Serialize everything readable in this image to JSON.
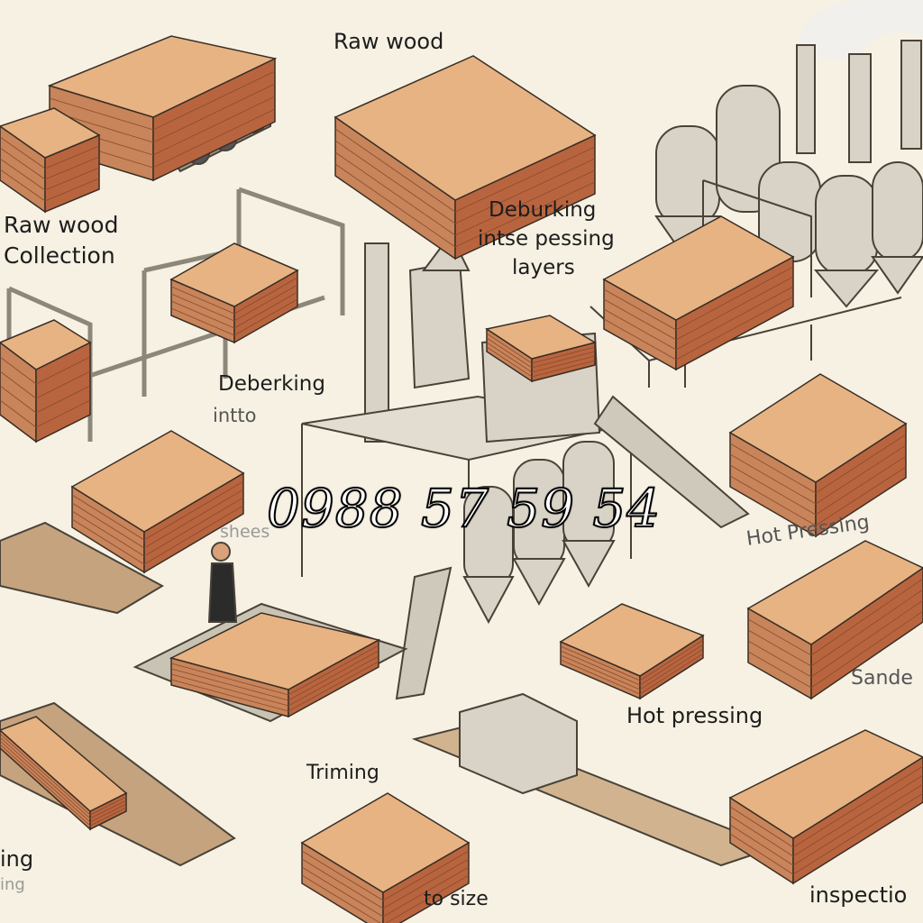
{
  "labels": {
    "raw_wood": "Raw wood",
    "raw_wood_collection_1": "Raw wood",
    "raw_wood_collection_2": "Collection",
    "deburking_1": "Deburking",
    "deburking_2": "intse pessing",
    "deburking_3": "layers",
    "deberking": "Deberking",
    "intto": "intto",
    "shees": "shees",
    "hot_pressing_upper": "Hot Pressing",
    "sande": "Sande",
    "hot_pressing": "Hot pressing",
    "triming": "Triming",
    "to_size": "to size",
    "ing": "ing",
    "ing_faint": "ing",
    "inspection": "inspectio"
  },
  "watermark": {
    "phone": "0988 57 59 54"
  },
  "colors": {
    "background": "#f6f1e3",
    "wood_top": "#e7b383",
    "wood_side": "#b8653f",
    "metal": "#cfcabd",
    "outline": "#3a2e25"
  }
}
